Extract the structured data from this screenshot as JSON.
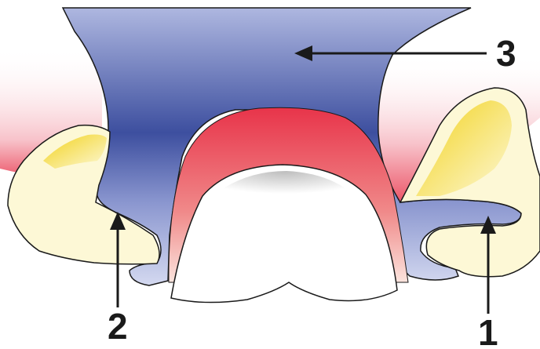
{
  "figure": {
    "callouts": [
      {
        "id": "1",
        "label": "1"
      },
      {
        "id": "2",
        "label": "2"
      },
      {
        "id": "3",
        "label": "3"
      }
    ]
  },
  "colors": {
    "background": "#ffffff",
    "blue_structure": "#3d4f9f",
    "blue_light": "#b7bfe2",
    "red_dome": "#e8344a",
    "yellow_highlight": "#f2d21c",
    "cream_lobes": "#fdf8d6",
    "outline": "#1a1a1a"
  }
}
